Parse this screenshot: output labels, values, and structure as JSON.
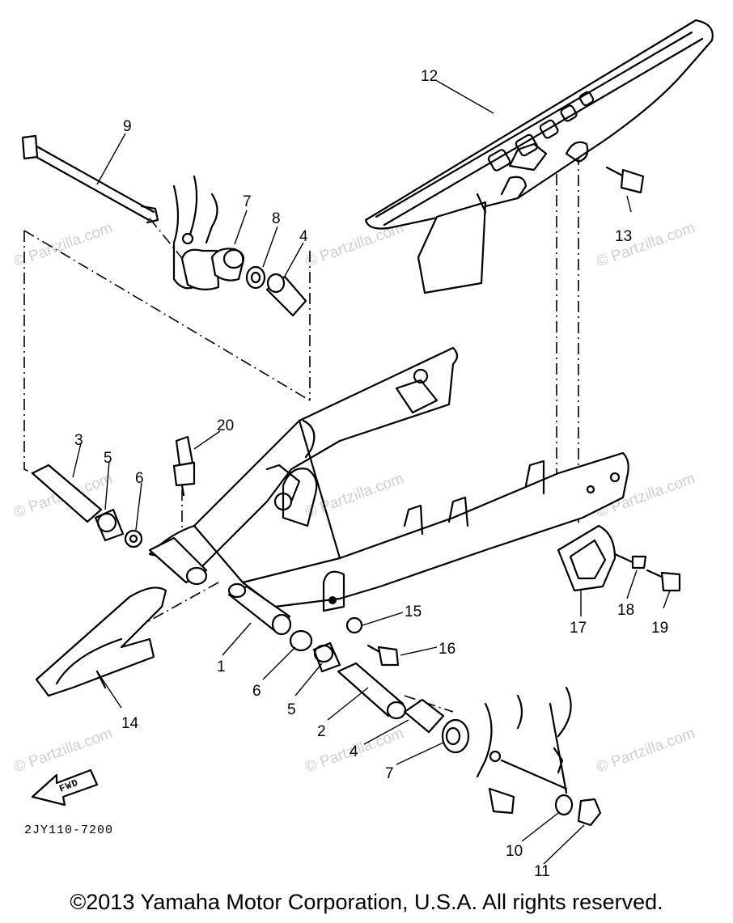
{
  "diagram": {
    "part_labels": [
      {
        "id": "1",
        "text": "1"
      },
      {
        "id": "2",
        "text": "2"
      },
      {
        "id": "3",
        "text": "3"
      },
      {
        "id": "4a",
        "text": "4"
      },
      {
        "id": "4b",
        "text": "4"
      },
      {
        "id": "5a",
        "text": "5"
      },
      {
        "id": "5b",
        "text": "5"
      },
      {
        "id": "6a",
        "text": "6"
      },
      {
        "id": "6b",
        "text": "6"
      },
      {
        "id": "7a",
        "text": "7"
      },
      {
        "id": "7b",
        "text": "7"
      },
      {
        "id": "8",
        "text": "8"
      },
      {
        "id": "9",
        "text": "9"
      },
      {
        "id": "10",
        "text": "10"
      },
      {
        "id": "11",
        "text": "11"
      },
      {
        "id": "12",
        "text": "12"
      },
      {
        "id": "13",
        "text": "13"
      },
      {
        "id": "14",
        "text": "14"
      },
      {
        "id": "15",
        "text": "15"
      },
      {
        "id": "16",
        "text": "16"
      },
      {
        "id": "17",
        "text": "17"
      },
      {
        "id": "18",
        "text": "18"
      },
      {
        "id": "19",
        "text": "19"
      },
      {
        "id": "20",
        "text": "20"
      }
    ],
    "diagram_code": "2JY110-7200",
    "fwd_arrow_text": "FWD",
    "watermark": "© Partzilla.com"
  },
  "footer": {
    "copyright": "©2013  Yamaha Motor Corporation, U.S.A. All rights reserved."
  }
}
